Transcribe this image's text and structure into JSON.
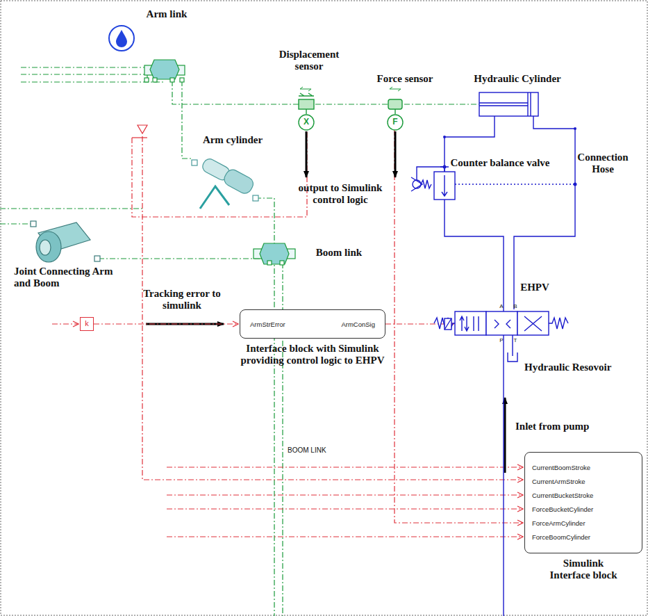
{
  "diagram": {
    "nodes": [
      {
        "text": [
          "k"
        ]
      },
      {
        "text": [
          "ArmStrError",
          "ArmConSig",
          "Interface block with Simulink providing control logic to EHPV"
        ]
      },
      {
        "text": [
          "CurrentBoomStroke",
          "CurrentArmStroke",
          "CurrentBucketStroke",
          "ForceBucketCylinder",
          "ForceArmCylinder",
          "ForceBoomCylinder",
          "Simulink Interface block"
        ]
      }
    ],
    "edges": [
      {
        "from": 0,
        "to": 1,
        "arrow": "to"
      }
    ],
    "labels": [
      "Arm link",
      "Displacement sensor",
      "Force sensor",
      "Hydraulic Cylinder",
      "Arm cylinder",
      "Counter balance valve",
      "Connection Hose",
      "output to Simulink control logic",
      "Boom link",
      "Joint Connecting Arm and Boom",
      "EHPV",
      "Tracking error to simulink",
      "A",
      "B",
      "P",
      "T",
      "Hydraulic Resovoir",
      "Inlet from pump",
      "BOOM LINK",
      "X",
      "F"
    ]
  }
}
